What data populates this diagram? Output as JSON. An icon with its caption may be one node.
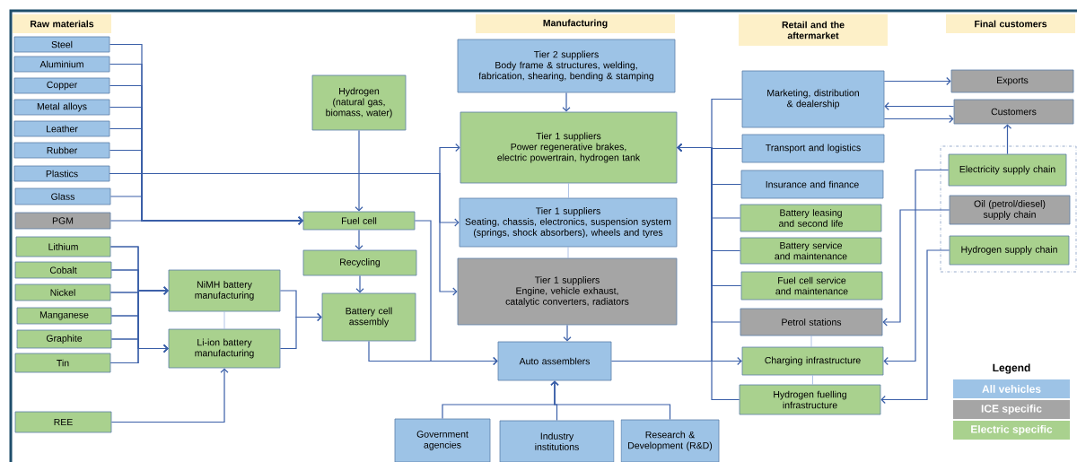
{
  "diagram": {
    "nodes": [
      {
        "text": [
          "Raw materials"
        ]
      },
      {
        "text": [
          "Manufacturing"
        ]
      },
      {
        "text": [
          "Retail and the aftermarket"
        ]
      },
      {
        "text": [
          "Final customers"
        ]
      },
      {
        "text": [
          "Steel"
        ]
      },
      {
        "text": [
          "Aluminium"
        ]
      },
      {
        "text": [
          "Copper"
        ]
      },
      {
        "text": [
          "Metal alloys"
        ]
      },
      {
        "text": [
          "Leather"
        ]
      },
      {
        "text": [
          "Rubber"
        ]
      },
      {
        "text": [
          "Plastics"
        ]
      },
      {
        "text": [
          "Glass"
        ]
      },
      {
        "text": [
          "PGM"
        ]
      },
      {
        "text": [
          "Lithium"
        ]
      },
      {
        "text": [
          "Cobalt"
        ]
      },
      {
        "text": [
          "Nickel"
        ]
      },
      {
        "text": [
          "Manganese"
        ]
      },
      {
        "text": [
          "Graphite"
        ]
      },
      {
        "text": [
          "Tin"
        ]
      },
      {
        "text": [
          "REE"
        ]
      },
      {
        "text": [
          "Hydrogen (natural gas, biomass, water)"
        ]
      },
      {
        "text": [
          "Fuel cell"
        ]
      },
      {
        "text": [
          "Recycling"
        ]
      },
      {
        "text": [
          "NiMH battery manufacturing"
        ]
      },
      {
        "text": [
          "Li-ion battery manufacturing"
        ]
      },
      {
        "text": [
          "Battery cell assembly"
        ]
      },
      {
        "text": [
          "Tier 2 suppliers",
          "Body frame & structures, welding, fabrication, shearing, bending & stamping"
        ]
      },
      {
        "text": [
          "Tier 1 suppliers",
          "Power regenerative brakes, electric powertrain, hydrogen tank"
        ]
      },
      {
        "text": [
          "Tier 1 suppliers",
          "Seating, chassis, electronics, suspension system (springs, shock absorbers), wheels and tyres"
        ]
      },
      {
        "text": [
          "Tier 1 suppliers",
          "Engine, vehicle exhaust, catalytic converters, radiators"
        ]
      },
      {
        "text": [
          "Auto assemblers"
        ]
      },
      {
        "text": [
          "Government agencies"
        ]
      },
      {
        "text": [
          "Industry institutions"
        ]
      },
      {
        "text": [
          "Research & Development (R&D)"
        ]
      },
      {
        "text": [
          "Marketing, distribution & dealership"
        ]
      },
      {
        "text": [
          "Transport and logistics"
        ]
      },
      {
        "text": [
          "Insurance and finance"
        ]
      },
      {
        "text": [
          "Battery leasing and second life"
        ]
      },
      {
        "text": [
          "Battery service and maintenance"
        ]
      },
      {
        "text": [
          "Fuel cell service and maintenance"
        ]
      },
      {
        "text": [
          "Petrol stations"
        ]
      },
      {
        "text": [
          "Charging infrastructure"
        ]
      },
      {
        "text": [
          "Hydrogen fuelling infrastructure"
        ]
      },
      {
        "text": [
          "Exports"
        ]
      },
      {
        "text": [
          "Customers"
        ]
      },
      {
        "text": [],
        "shape": "box"
      },
      {
        "text": [
          "Electricity supply chain"
        ],
        "in": 45
      },
      {
        "text": [
          "Oil (petrol/diesel) supply chain"
        ],
        "in": 45
      },
      {
        "text": [
          "Hydrogen supply chain"
        ],
        "in": 45
      }
    ],
    "edges": [
      {
        "from": 4,
        "to": 21,
        "arrow": "to"
      },
      {
        "from": 5,
        "to": 21,
        "arrow": "to"
      },
      {
        "from": 6,
        "to": 21,
        "arrow": "to"
      },
      {
        "from": 7,
        "to": 21,
        "arrow": "to"
      },
      {
        "from": 8,
        "to": 21,
        "arrow": "to"
      },
      {
        "from": 9,
        "to": 21,
        "arrow": "to"
      },
      {
        "from": 10,
        "to": 21,
        "arrow": "to"
      },
      {
        "from": 11,
        "to": 21,
        "arrow": "to"
      },
      {
        "from": 12,
        "to": 21,
        "arrow": "to"
      },
      {
        "from": 10,
        "to": 27,
        "arrow": "to"
      },
      {
        "from": 10,
        "to": 28,
        "arrow": "to"
      },
      {
        "from": 10,
        "to": 29,
        "arrow": "to"
      },
      {
        "from": 20,
        "to": 21,
        "arrow": "to"
      },
      {
        "from": 21,
        "to": 22,
        "arrow": "to"
      },
      {
        "from": 22,
        "to": 25,
        "arrow": "to"
      },
      {
        "from": 13,
        "to": 23,
        "arrow": "to"
      },
      {
        "from": 14,
        "to": 23,
        "arrow": "to"
      },
      {
        "from": 15,
        "to": 23,
        "arrow": "to"
      },
      {
        "from": 16,
        "to": 23,
        "arrow": "to"
      },
      {
        "from": 17,
        "to": 23,
        "arrow": "to"
      },
      {
        "from": 18,
        "to": 23,
        "arrow": "to"
      },
      {
        "from": 13,
        "to": 24,
        "arrow": "to"
      },
      {
        "from": 14,
        "to": 24,
        "arrow": "to"
      },
      {
        "from": 15,
        "to": 24,
        "arrow": "to"
      },
      {
        "from": 16,
        "to": 24,
        "arrow": "to"
      },
      {
        "from": 17,
        "to": 24,
        "arrow": "to"
      },
      {
        "from": 18,
        "to": 24,
        "arrow": "to"
      },
      {
        "from": 23,
        "to": 24,
        "arrow": "none"
      },
      {
        "from": 23,
        "to": 25,
        "arrow": "to"
      },
      {
        "from": 24,
        "to": 25,
        "arrow": "to"
      },
      {
        "from": 19,
        "to": 24,
        "arrow": "to"
      },
      {
        "from": 25,
        "to": 30,
        "arrow": "to"
      },
      {
        "from": 21,
        "to": 30,
        "arrow": "to"
      },
      {
        "from": 26,
        "to": 27,
        "arrow": "to"
      },
      {
        "from": 27,
        "to": 28,
        "arrow": "none"
      },
      {
        "from": 28,
        "to": 29,
        "arrow": "none"
      },
      {
        "from": 29,
        "to": 30,
        "arrow": "to"
      },
      {
        "from": 31,
        "to": 30,
        "arrow": "to"
      },
      {
        "from": 32,
        "to": 30,
        "arrow": "to"
      },
      {
        "from": 33,
        "to": 30,
        "arrow": "to"
      },
      {
        "from": 34,
        "to": 27,
        "arrow": "to"
      },
      {
        "from": 35,
        "to": 27,
        "arrow": "to"
      },
      {
        "from": 36,
        "to": 27,
        "arrow": "to"
      },
      {
        "from": 37,
        "to": 27,
        "arrow": "to"
      },
      {
        "from": 38,
        "to": 27,
        "arrow": "to"
      },
      {
        "from": 39,
        "to": 27,
        "arrow": "to"
      },
      {
        "from": 40,
        "to": 27,
        "arrow": "to"
      },
      {
        "from": 41,
        "to": 27,
        "arrow": "to"
      },
      {
        "from": 42,
        "to": 27,
        "arrow": "to"
      },
      {
        "from": 30,
        "to": 41,
        "arrow": "to"
      },
      {
        "from": 34,
        "to": 43,
        "arrow": "to"
      },
      {
        "from": 44,
        "to": 34,
        "arrow": "to"
      },
      {
        "from": 34,
        "to": 44,
        "arrow": "to"
      },
      {
        "from": 46,
        "to": 44,
        "arrow": "to"
      },
      {
        "from": 46,
        "to": 41,
        "arrow": "to"
      },
      {
        "from": 47,
        "to": 40,
        "arrow": "to"
      },
      {
        "from": 48,
        "to": 42,
        "arrow": "to"
      },
      {
        "from": 40,
        "to": 41,
        "arrow": "none"
      },
      {
        "from": 41,
        "to": 42,
        "arrow": "none"
      }
    ],
    "labels": [
      "Legend"
    ],
    "legend": [
      {
        "text": "All vehicles",
        "color": "#9dc3e6"
      },
      {
        "text": "ICE specific",
        "color": "#a5a5a5"
      },
      {
        "text": "Electric specific",
        "color": "#a9d18e"
      }
    ]
  }
}
